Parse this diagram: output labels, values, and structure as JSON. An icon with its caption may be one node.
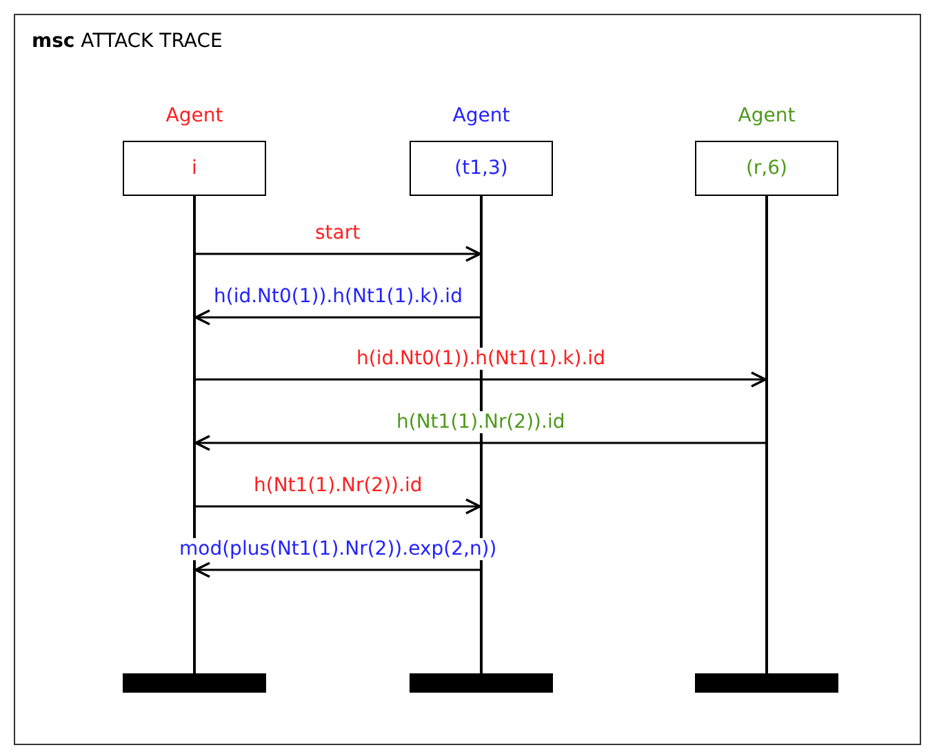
{
  "diagram": {
    "nodes": [
      {
        "text": [
          "**msc** ATTACK TRACE"
        ]
      },
      {
        "text": [
          "Agent",
          "i"
        ],
        "in": 0
      },
      {
        "text": [
          "Agent",
          "(t1,3)"
        ],
        "in": 0
      },
      {
        "text": [
          "Agent",
          "(r,6)"
        ],
        "in": 0
      },
      {
        "text": [],
        "shape": "line",
        "in": 0
      },
      {
        "text": [],
        "shape": "line",
        "in": 0
      },
      {
        "text": [],
        "shape": "line",
        "in": 0
      },
      {
        "text": [],
        "shape": "bar",
        "in": 0
      },
      {
        "text": [],
        "shape": "bar",
        "in": 0
      },
      {
        "text": [],
        "shape": "bar",
        "in": 0
      }
    ],
    "edges": [
      {
        "from": 4,
        "to": 5,
        "arrow": "to",
        "label": "start"
      },
      {
        "from": 5,
        "to": 4,
        "arrow": "to",
        "label": "h(id.Nt0(1)).h(Nt1(1).k).id"
      },
      {
        "from": 4,
        "to": 6,
        "arrow": "to",
        "label": "h(id.Nt0(1)).h(Nt1(1).k).id"
      },
      {
        "from": 6,
        "to": 4,
        "arrow": "to",
        "label": "h(Nt1(1).Nr(2)).id"
      },
      {
        "from": 4,
        "to": 5,
        "arrow": "to",
        "label": "h(Nt1(1).Nr(2)).id"
      },
      {
        "from": 5,
        "to": 4,
        "arrow": "to",
        "label": "mod(plus(Nt1(1).Nr(2)).exp(2,n))"
      }
    ]
  }
}
